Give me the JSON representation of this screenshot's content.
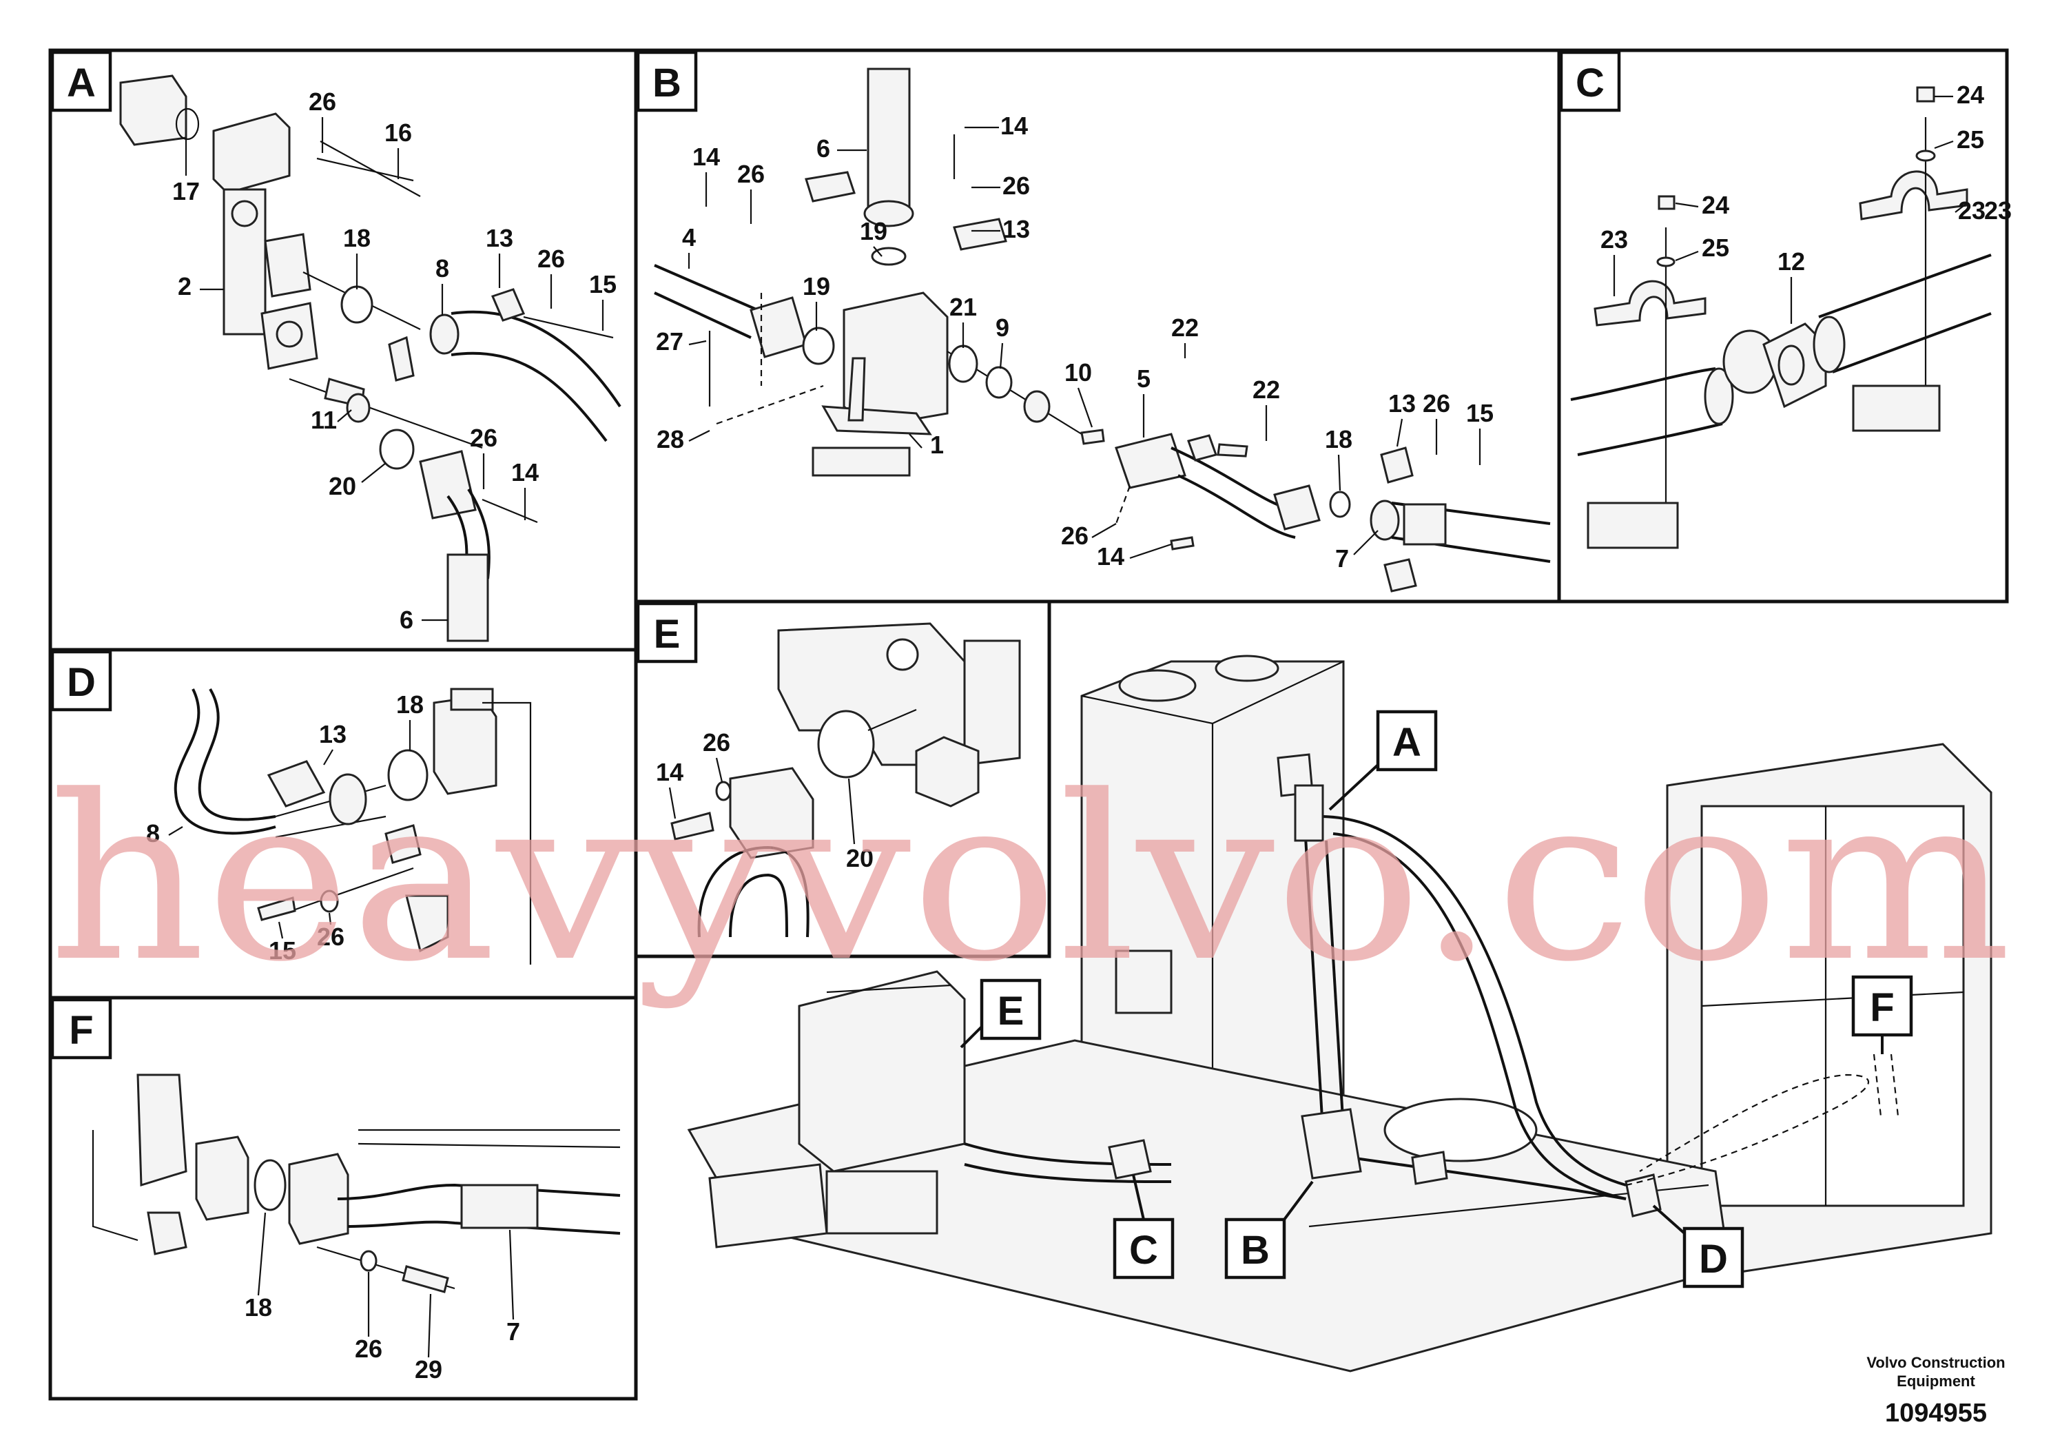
{
  "panels": {
    "A": {
      "letter": "A",
      "callouts": [
        "26",
        "16",
        "17",
        "18",
        "13",
        "26",
        "2",
        "8",
        "15",
        "11",
        "26",
        "20",
        "14",
        "6"
      ]
    },
    "B": {
      "letter": "B",
      "callouts": [
        "6",
        "14",
        "14",
        "26",
        "26",
        "13",
        "19",
        "4",
        "19",
        "21",
        "27",
        "9",
        "22",
        "10",
        "5",
        "22",
        "28",
        "1",
        "13",
        "26",
        "15",
        "18",
        "26",
        "14",
        "7"
      ]
    },
    "C": {
      "letter": "C",
      "callouts": [
        "24",
        "25",
        "24",
        "23",
        "23",
        "25",
        "12",
        "23"
      ]
    },
    "D": {
      "letter": "D",
      "callouts": [
        "18",
        "13",
        "8",
        "15",
        "26"
      ]
    },
    "E": {
      "letter": "E",
      "callouts": [
        "26",
        "14",
        "20"
      ]
    },
    "F": {
      "letter": "F",
      "callouts": [
        "18",
        "26",
        "29",
        "7"
      ]
    }
  },
  "overview": {
    "tags": [
      "A",
      "E",
      "C",
      "B",
      "D",
      "F"
    ]
  },
  "footer": {
    "brand_line1": "Volvo Construction",
    "brand_line2": "Equipment",
    "drawing_number": "1094955"
  },
  "watermark": "heavyvolvo.com",
  "colors": {
    "line": "#111111",
    "watermark": "#e8a2a2"
  }
}
